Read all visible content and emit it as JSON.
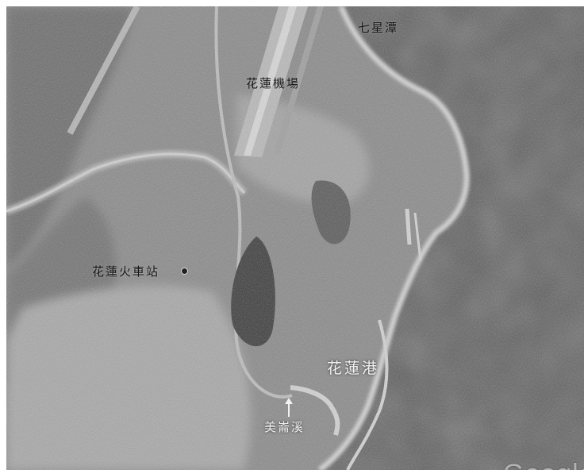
{
  "map": {
    "labels": {
      "qixingtan": "七星潭",
      "airport": "花蓮機場",
      "train_station": "花蓮火車站",
      "harbor": "花蓮港",
      "meilun_river": "美崙溪"
    },
    "watermark": "Google"
  }
}
